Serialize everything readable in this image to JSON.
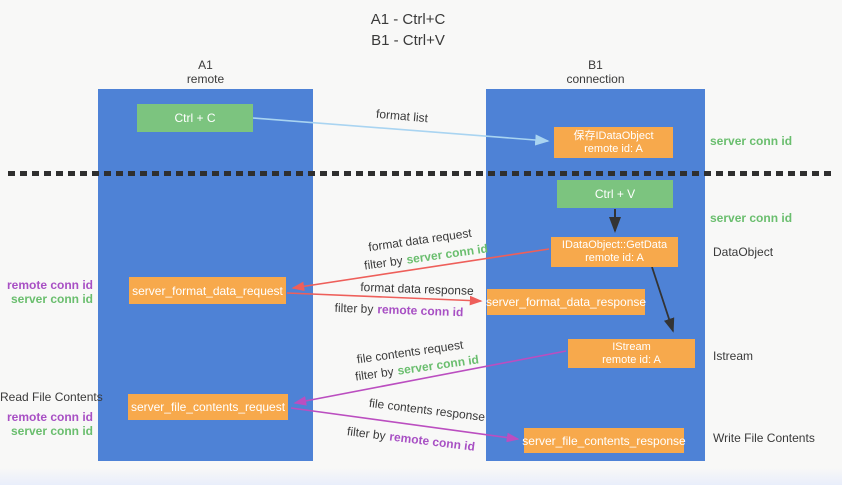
{
  "title": {
    "line1": "A1 - Ctrl+C",
    "line2": "B1 - Ctrl+V"
  },
  "lifelines": {
    "left": {
      "name": "A1",
      "role": "remote"
    },
    "right": {
      "name": "B1",
      "role": "connection"
    }
  },
  "nodes": {
    "ctrl_c": {
      "label": "Ctrl + C"
    },
    "ctrl_v": {
      "label": "Ctrl + V"
    },
    "save_idataobject": {
      "line1": "保存IDataObject",
      "line2": "remote id: A"
    },
    "getdata": {
      "line1": "IDataObject::GetData",
      "line2": "remote id: A"
    },
    "istream": {
      "line1": "IStream",
      "line2": "remote id: A"
    },
    "format_request": {
      "label": "server_format_data_request"
    },
    "format_response": {
      "label": "server_format_data_response"
    },
    "file_request": {
      "label": "server_file_contents_request"
    },
    "file_response": {
      "label": "server_file_contents_response"
    }
  },
  "messages": {
    "format_list": {
      "label": "format list"
    },
    "format_data_request": {
      "label": "format data request",
      "filter_prefix": "filter by",
      "filter_key": "server conn id"
    },
    "format_data_response": {
      "label": "format data response",
      "filter_prefix": "filter by",
      "filter_key": "remote conn id"
    },
    "file_contents_request": {
      "label": "file contents request",
      "filter_prefix": "filter by",
      "filter_key": "server conn id"
    },
    "file_contents_response": {
      "label": "file contents response",
      "filter_prefix": "filter by",
      "filter_key": "remote conn id"
    }
  },
  "annotations": {
    "right_server_conn_id_top": "server conn id",
    "right_server_conn_id_mid": "server conn id",
    "dataobject": "DataObject",
    "istream": "Istream",
    "write_file_contents": "Write File Contents",
    "read_file_contents": "Read File Contents",
    "left_remote_conn_id_mid": "remote conn id",
    "left_server_conn_id_mid": "server conn id",
    "left_remote_conn_id_bottom": "remote conn id",
    "left_server_conn_id_bottom": "server conn id"
  },
  "colors": {
    "column_blue": "#4e82d6",
    "node_orange": "#f7a94c",
    "node_green": "#7cc47f",
    "arrow_red": "#ee5f5a",
    "arrow_magenta": "#bb4ec0",
    "arrow_blue": "#a9d4f1",
    "arrow_black": "#333333",
    "text_green": "#6abe6e",
    "text_purple": "#a850c4",
    "text_dark": "#3a3a3a"
  }
}
